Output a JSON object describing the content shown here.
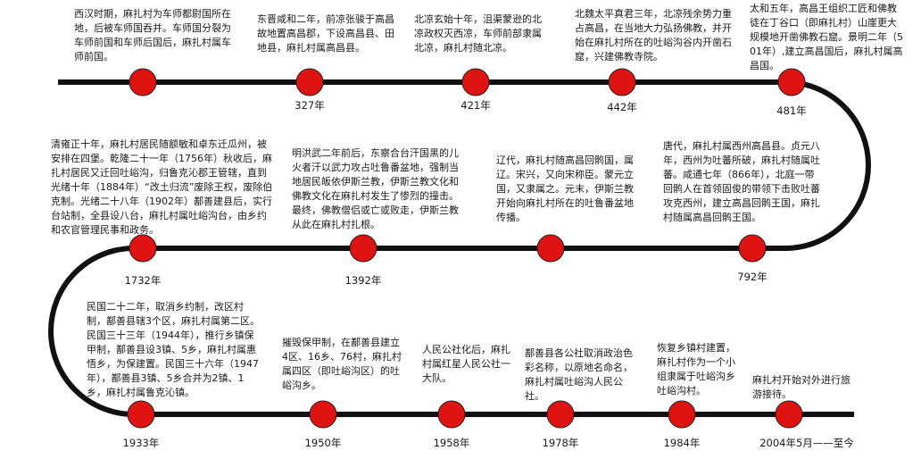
{
  "timeline": {
    "colors": {
      "line": "#111111",
      "dot": "#e01313",
      "dot_edge": "#222222"
    },
    "rows": [
      {
        "events": [
          {
            "year": "",
            "text": "西汉时期，麻扎村为车师都尉国所在地，后被车师国吞并。车师国分裂为车师前国和车师后国后，麻扎村属车师前国。"
          },
          {
            "year": "327年",
            "text": "东晋咸和二年，前凉张骏于高昌故地置高昌郡，下设高昌县、田地县，麻扎村属高昌县。"
          },
          {
            "year": "421年",
            "text": "北凉玄始十年，沮渠蒙逊的北凉政权灭西凉，车师前部隶属北凉，麻扎村随北凉。"
          },
          {
            "year": "442年",
            "text": "北魏太平真君三年，北凉残余势力重占高昌，在当地大力弘扬佛教，并开始在麻扎村所在的吐峪沟谷内开凿石窟，兴建佛教寺院。"
          },
          {
            "year": "481年",
            "text": "太和五年，高昌王组织工匠和佛教徒在丁谷口（即麻扎村）山崖更大规模地开凿佛教石窟。景明二年（501年）,建立高昌国后，麻扎村属高昌国。"
          }
        ]
      },
      {
        "events": [
          {
            "year": "1732年",
            "text": "清雍正十年，麻扎村居民随额敏和卓东迁瓜州，被安排在四堡。乾隆二十一年（1756年）秋收后，麻扎村居民又迁回吐峪沟，归鲁克沁郡王管辖，直到光绪十年（1884年）“改土归流”废除王权，废除伯克制。光绪二十八年（1902年）鄯善建县后，实行台站制，全县设八台，麻扎村属吐峪沟台，由乡约和农官管理民事和政务。"
          },
          {
            "year": "1392年",
            "text": "明洪武二年前后，东察合台汗国黑的儿火者汗以武力攻占吐鲁番盆地，强制当地居民皈依伊斯兰教，伊斯兰教文化和佛教文化在麻扎村发生了惨烈的撞击。最终，佛教僧侣或亡或败走，伊斯兰教从此在麻扎村扎根。"
          },
          {
            "year": "",
            "text": "辽代，麻扎村随高昌回鹘国，属辽。宋兴，又向宋称臣。蒙元立国，又隶属之。元末，伊斯兰教开始向麻扎村所在的吐鲁番盆地传播。"
          },
          {
            "year": "792年",
            "text": "唐代，麻扎村属西州高昌县。贞元八年，西州为吐蕃所破，麻扎村随属吐蕃。咸通七年（866年），北庭一带回鹘人在首领固俊的带领下击败吐蕃攻克西州，建立高昌回鹘王国，麻扎村随属高昌回鹘王国。"
          }
        ]
      },
      {
        "events": [
          {
            "year": "1933年",
            "text": "民国二十二年，取消乡约制，改区村制，鄯善县辖3个区，麻扎村属第二区。民国三十三年（1944年），推行乡镇保甲制，鄯善县设3镇、5乡，麻扎村属惠悟乡，为保建置。民国三十六年（1947年），鄯善县3镇、5乡合并为2镇、1乡，麻扎村属鲁克沁镇。"
          },
          {
            "year": "1950年",
            "text": "摧毁保甲制，在鄯善县建立4区、16乡、76村，麻扎村属四区（即吐峪沟区）的吐峪沟乡。"
          },
          {
            "year": "1958年",
            "text": "人民公社化后，麻扎村属红星人民公社一大队。"
          },
          {
            "year": "1978年",
            "text": "鄯善县各公社取消政治色彩名称，以原地名命名，麻扎村属吐峪沟人民公社。"
          },
          {
            "year": "1984年",
            "text": "恢复乡镇村建置，麻扎村作为一个小组隶属于吐峪沟乡吐峪沟村。"
          },
          {
            "year": "2004年5月——至今",
            "text": "麻扎村开始对外进行旅游接待。"
          }
        ]
      }
    ]
  }
}
